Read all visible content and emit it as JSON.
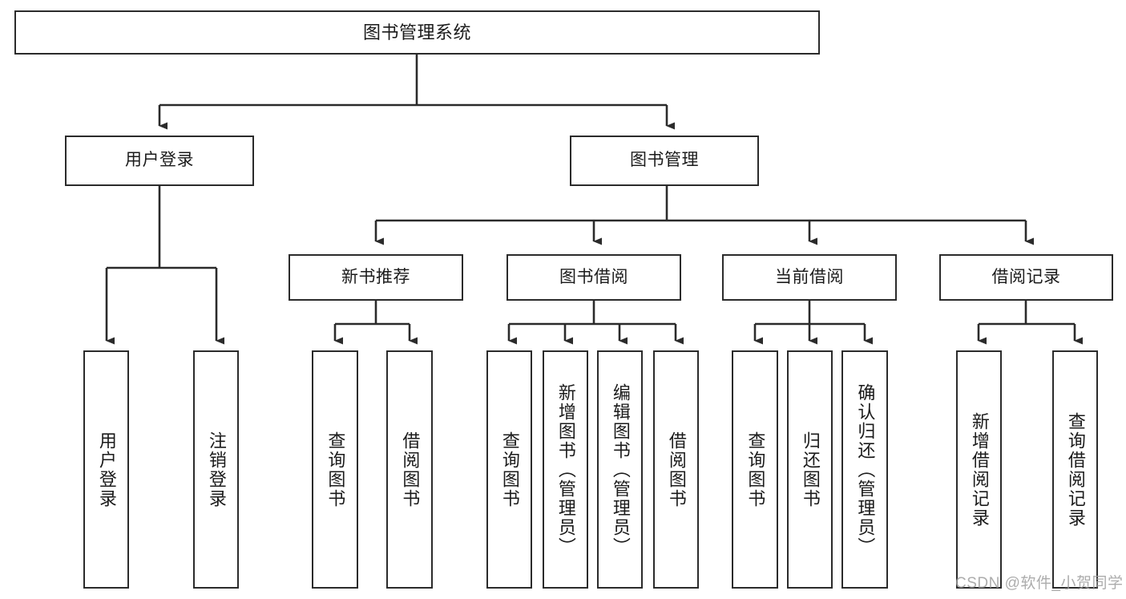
{
  "diagram": {
    "title": "图书管理系统",
    "type": "tree-structure-chart",
    "stroke_color": "#2b2b2b",
    "background_color": "#ffffff",
    "levels": [
      {
        "level": 1,
        "nodes": [
          {
            "id": "root",
            "label": "图书管理系统",
            "orientation": "horizontal"
          }
        ]
      },
      {
        "level": 2,
        "nodes": [
          {
            "id": "login",
            "label": "用户登录",
            "orientation": "horizontal",
            "parent": "root"
          },
          {
            "id": "bookmgmt",
            "label": "图书管理",
            "orientation": "horizontal",
            "parent": "root"
          }
        ]
      },
      {
        "level": 3,
        "nodes": [
          {
            "id": "newbook",
            "label": "新书推荐",
            "orientation": "horizontal",
            "parent": "bookmgmt"
          },
          {
            "id": "borrow",
            "label": "图书借阅",
            "orientation": "horizontal",
            "parent": "bookmgmt"
          },
          {
            "id": "current",
            "label": "当前借阅",
            "orientation": "horizontal",
            "parent": "bookmgmt"
          },
          {
            "id": "records",
            "label": "借阅记录",
            "orientation": "horizontal",
            "parent": "bookmgmt"
          }
        ]
      },
      {
        "level": 4,
        "nodes": [
          {
            "id": "leaf1",
            "label": "用户登录",
            "orientation": "vertical",
            "parent": "login"
          },
          {
            "id": "leaf2",
            "label": "注销登录",
            "orientation": "vertical",
            "parent": "login"
          },
          {
            "id": "leaf3",
            "label": "查询图书",
            "orientation": "vertical",
            "parent": "newbook"
          },
          {
            "id": "leaf4",
            "label": "借阅图书",
            "orientation": "vertical",
            "parent": "newbook"
          },
          {
            "id": "leaf5",
            "label": "查询图书",
            "orientation": "vertical",
            "parent": "borrow"
          },
          {
            "id": "leaf6",
            "label": "新增图书（管理员）",
            "orientation": "vertical",
            "parent": "borrow"
          },
          {
            "id": "leaf7",
            "label": "编辑图书（管理员）",
            "orientation": "vertical",
            "parent": "borrow"
          },
          {
            "id": "leaf8",
            "label": "借阅图书",
            "orientation": "vertical",
            "parent": "borrow"
          },
          {
            "id": "leaf9",
            "label": "查询图书",
            "orientation": "vertical",
            "parent": "current"
          },
          {
            "id": "leaf10",
            "label": "归还图书",
            "orientation": "vertical",
            "parent": "current"
          },
          {
            "id": "leaf11",
            "label": "确认归还（管理员）",
            "orientation": "vertical",
            "parent": "current"
          },
          {
            "id": "leaf12",
            "label": "新增借阅记录",
            "orientation": "vertical",
            "parent": "records"
          },
          {
            "id": "leaf13",
            "label": "查询借阅记录",
            "orientation": "vertical",
            "parent": "records"
          }
        ]
      }
    ]
  },
  "watermark": {
    "text": "CSDN @软件_小贺同学"
  }
}
